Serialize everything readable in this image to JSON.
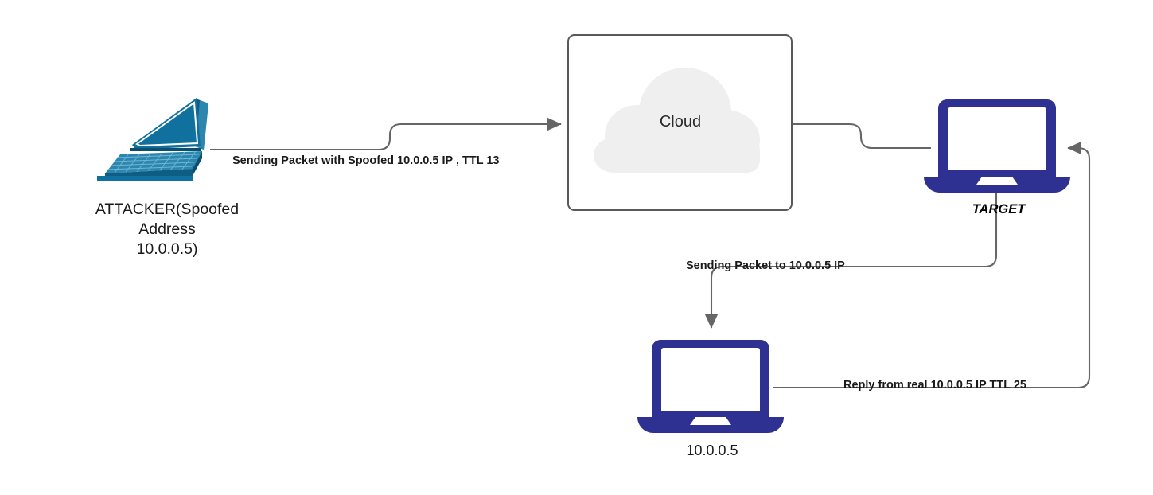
{
  "diagram": {
    "title": "IP Spoofing TTL Reflection Diagram",
    "background": "#ffffff",
    "colors": {
      "attacker_laptop": "#10709e",
      "attacker_laptop_dark": "#0d5d84",
      "attacker_laptop_light": "#2d86ae",
      "device_navy": "#2e3192",
      "wire": "#666666",
      "cloud_fill": "#efefef",
      "box_border": "#595959",
      "text": "#1a1a1a"
    },
    "nodes": [
      {
        "id": "attacker",
        "icon": "laptop-3d-icon",
        "label": "ATTACKER(Spoofed\nAddress\n10.0.0.5)"
      },
      {
        "id": "cloud-box",
        "icon": "cloud-icon",
        "label": "Cloud"
      },
      {
        "id": "target",
        "icon": "laptop-icon",
        "label": "TARGET"
      },
      {
        "id": "victim",
        "icon": "laptop-icon",
        "label": "10.0.0.5"
      }
    ],
    "edges": [
      {
        "id": "attacker-to-cloud",
        "from": "attacker",
        "to": "cloud-box",
        "label": "Sending Packet with Spoofed 10.0.0.5 IP , TTL 13",
        "arrowhead": true
      },
      {
        "id": "cloud-to-target",
        "from": "cloud-box",
        "to": "target",
        "label": "",
        "arrowhead": false
      },
      {
        "id": "target-to-victim",
        "from": "target",
        "to": "victim",
        "label": "Sending Packet to 10.0.0.5 IP",
        "arrowhead": true
      },
      {
        "id": "victim-to-target",
        "from": "victim",
        "to": "target",
        "label": "Reply from real 10.0.0.5 IP TTL 25",
        "arrowhead": true
      }
    ]
  }
}
